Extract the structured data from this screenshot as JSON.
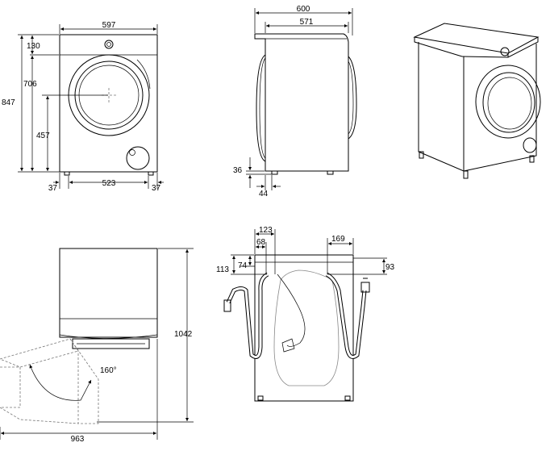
{
  "front_view": {
    "width_top": "597",
    "height_130": "130",
    "height_706": "706",
    "height_847": "847",
    "height_457": "457",
    "bottom_left": "37",
    "bottom_mid": "523",
    "bottom_right": "37"
  },
  "side_view": {
    "depth_600": "600",
    "depth_571": "571",
    "foot_36": "36",
    "foot_44": "44"
  },
  "back_view": {
    "dim_123": "123",
    "dim_68": "68",
    "dim_169": "169",
    "dim_113": "113",
    "dim_74": "74",
    "dim_93": "93"
  },
  "door_view": {
    "angle": "160°",
    "height_1042": "1042",
    "width_963": "963"
  }
}
